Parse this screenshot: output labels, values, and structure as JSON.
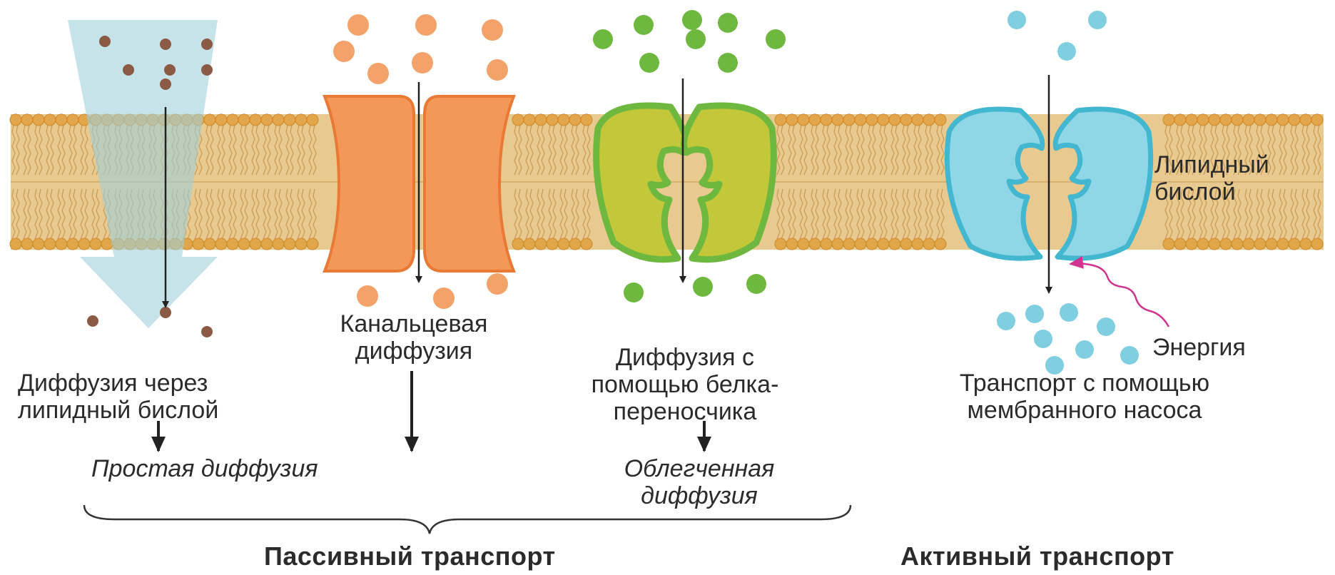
{
  "labels": {
    "lipid_bilayer": "Липидный\nбислой",
    "channel_diffusion": "Канальцевая\nдиффузия",
    "lipid_diffusion": "Диффузия через\nлипидный бислой",
    "simple_diffusion": "Простая диффузия",
    "carrier_diffusion": "Диффузия с\nпомощью белка-\nпереносчика",
    "facilitated_diffusion": "Облегченная\nдиффузия",
    "energy": "Энергия",
    "pump_transport": "Транспорт с помощью\nмембранного насоса",
    "passive_transport": "Пассивный транспорт",
    "active_transport": "Активный транспорт"
  },
  "colors": {
    "membrane_fill": "#e8c98f",
    "lipid_head": "#e2a64a",
    "tail_line": "#c89a55",
    "simple_arrow": "#9fd0d8",
    "simple_molecule": "#8a5a44",
    "channel_protein": "#f4985a",
    "channel_molecule": "#f3a26a",
    "carrier_protein": "#86bd3c",
    "carrier_molecule": "#6fb83f",
    "pump_protein": "#8fd6e6",
    "pump_molecule": "#7fcfe0",
    "energy_arrow": "#d1348f",
    "text": "#2b2b2b",
    "arrow": "#222222"
  }
}
